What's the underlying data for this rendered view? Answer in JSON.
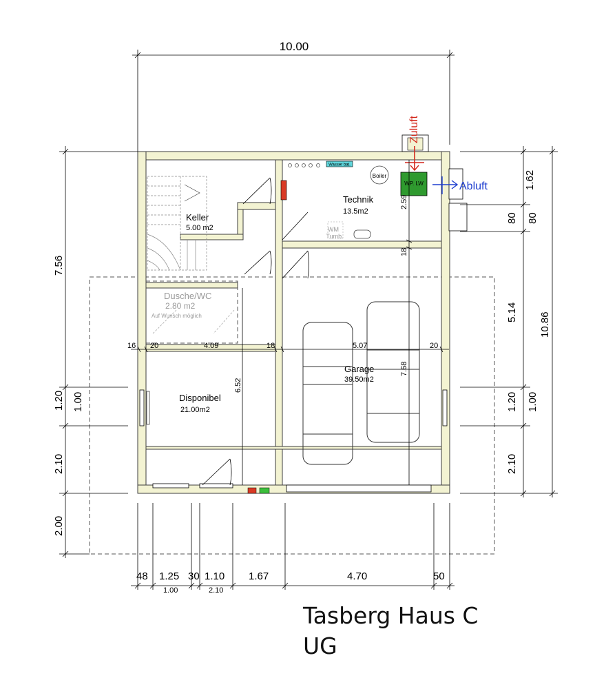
{
  "plan": {
    "title_line1": "Tasberg Haus C",
    "title_line2": "UG",
    "rooms": {
      "keller": {
        "name": "Keller",
        "area": "5.00 m2"
      },
      "technik": {
        "name": "Technik",
        "area": "13.5m2"
      },
      "dusche": {
        "name": "Dusche/WC",
        "area": "2.80 m2",
        "note": "Auf Wunsch möglich"
      },
      "disponibel": {
        "name": "Disponibel",
        "area": "21.00m2"
      },
      "garage": {
        "name": "Garage",
        "area": "39.50m2"
      }
    },
    "equipment": {
      "boiler": "Boiler",
      "wp": "WP. LW",
      "wm": "WM",
      "tumb": "Tumb.",
      "wasser": "Wasser bat.",
      "zuluft": "Zuluft",
      "abluft": "Abluft"
    },
    "dimensions": {
      "top_width": "10.00",
      "left_height": "7.56",
      "left_1_20": "1.20",
      "left_1_00": "1.00",
      "left_2_10": "2.10",
      "left_2_00": "2.00",
      "right_1_62": "1.62",
      "right_80a": "80",
      "right_80b": "80",
      "right_5_14": "5.14",
      "right_10_86": "10.86",
      "right_1_20": "1.20",
      "right_1_00": "1.00",
      "right_2_10": "2.10",
      "inner_16": "16",
      "inner_20a": "20",
      "inner_4_09": "4.09",
      "inner_18a": "18",
      "inner_5_07": "5.07",
      "inner_20b": "20",
      "inner_6_52": "6.52",
      "inner_7_68": "7.68",
      "inner_2_59": "2.59",
      "inner_18b": "18",
      "bot_48": "48",
      "bot_1_25": "1.25",
      "bot_30": "30",
      "bot_1_10": "1.10",
      "bot_1_67": "1.67",
      "bot_4_70": "4.70",
      "bot_50": "50",
      "bot_1_00": "1.00",
      "bot_2_10": "2.10"
    },
    "colors": {
      "wall_fill": "#f3f3d2",
      "wp_green": "#2f9a2f",
      "red_box": "#d93a25",
      "zuluft_red": "#d3271b",
      "abluft_blue": "#1f3fd0",
      "wasser_cyan": "#5fd6dc"
    }
  }
}
